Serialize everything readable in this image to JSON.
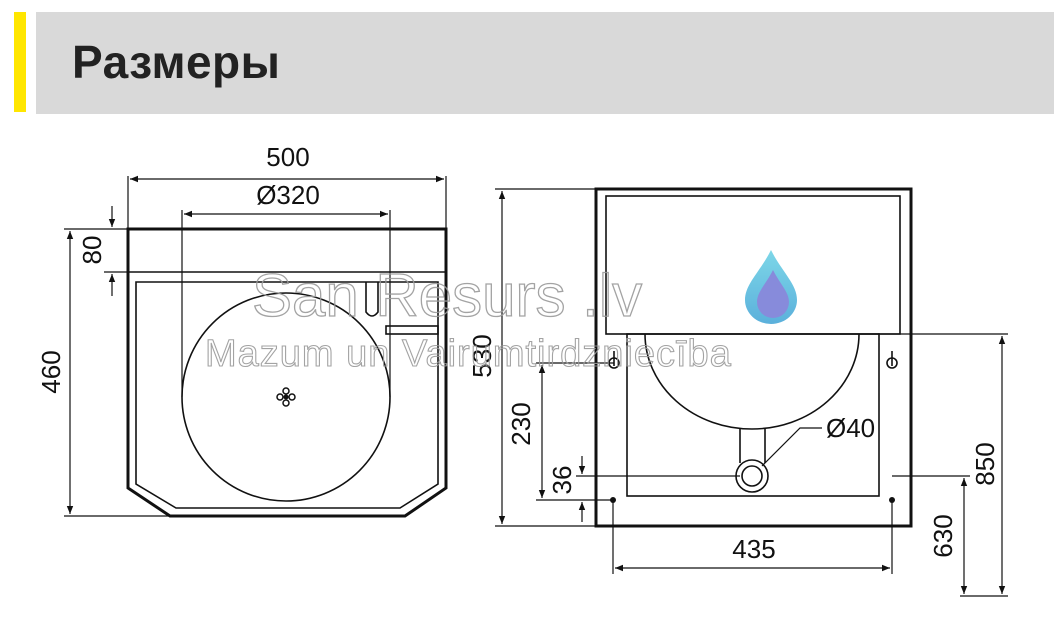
{
  "header": {
    "title": "Размеры",
    "accent_color": "#ffe600",
    "bar_color": "#d9d9d9"
  },
  "watermark": {
    "brand": "San Resurs .lv",
    "tagline": "Mazum un Vairumtirdzniecība",
    "logo_icon": "water-drop-icon"
  },
  "top_view": {
    "width": "500",
    "bowl_diameter": "Ø320",
    "rim_height": "80",
    "depth": "460"
  },
  "front_view": {
    "height": "530",
    "hook_drop": "230",
    "drain_offset": "36",
    "drain_diameter": "Ø40",
    "mount_width": "435",
    "total_height": "850",
    "mount_height": "630"
  }
}
